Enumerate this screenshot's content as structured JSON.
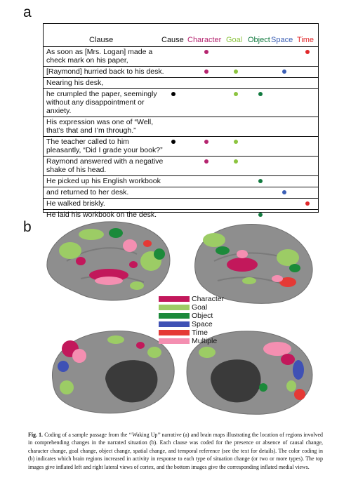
{
  "panel_a_label": "a",
  "panel_b_label": "b",
  "table": {
    "headers": [
      {
        "key": "clause",
        "label": "Clause",
        "color": "#111111"
      },
      {
        "key": "cause",
        "label": "Cause",
        "color": "#111111"
      },
      {
        "key": "character",
        "label": "Character",
        "color": "#b5246f"
      },
      {
        "key": "goal",
        "label": "Goal",
        "color": "#8cc43f"
      },
      {
        "key": "object",
        "label": "Object",
        "color": "#117a3f"
      },
      {
        "key": "space",
        "label": "Space",
        "color": "#3b5fb5"
      },
      {
        "key": "time",
        "label": "Time",
        "color": "#e0282a"
      }
    ],
    "rows": [
      {
        "lines": [
          "As soon as [Mrs. Logan] made a",
          "check mark on his paper,"
        ],
        "marks": [
          "character",
          "time"
        ]
      },
      {
        "lines": [
          "[Raymond] hurried back to his desk."
        ],
        "marks": [
          "character",
          "goal",
          "space"
        ]
      },
      {
        "lines": [
          "Nearing his desk,"
        ],
        "marks": []
      },
      {
        "lines": [
          "he crumpled the paper, seemingly",
          "without any disappointment or",
          "anxiety."
        ],
        "marks": [
          "cause",
          "goal",
          "object"
        ]
      },
      {
        "lines": [
          "His expression was one of “Well,",
          "that’s that and I’m through.”"
        ],
        "marks": []
      },
      {
        "lines": [
          "The teacher called to him",
          "pleasantly, “Did I grade your book?”"
        ],
        "marks": [
          "cause",
          "character",
          "goal"
        ]
      },
      {
        "lines": [
          "Raymond answered with a negative",
          "shake of his head."
        ],
        "marks": [
          "character",
          "goal"
        ]
      },
      {
        "lines": [
          "He picked up his English workbook"
        ],
        "marks": [
          "object"
        ]
      },
      {
        "lines": [
          "and returned to her desk."
        ],
        "marks": [
          "space"
        ]
      },
      {
        "lines": [
          "He walked briskly."
        ],
        "marks": [
          "time"
        ]
      },
      {
        "lines": [
          "He laid his workbook on the desk."
        ],
        "marks": [
          "object"
        ]
      }
    ]
  },
  "legend": [
    {
      "label": "Character",
      "color": "#c2185b"
    },
    {
      "label": "Goal",
      "color": "#9ccc65"
    },
    {
      "label": "Object",
      "color": "#1b8a3a"
    },
    {
      "label": "Space",
      "color": "#3f51b5"
    },
    {
      "label": "Time",
      "color": "#e53935"
    },
    {
      "label": "Multiple",
      "color": "#f48fb1"
    }
  ],
  "caption": {
    "fig_label": "Fig. 1.",
    "text": "Coding of a sample passage from the ‘‘Waking Up’’ narrative (a) and brain maps illustrating the location of regions involved in comprehending changes in the narrated situation (b). Each clause was coded for the presence or absence of causal change, character change, goal change, object change, spatial change, and temporal reference (see the text for details). The color coding in (b) indicates which brain regions increased in activity in response to each type of situation change (or two or more types). The top images give inflated left and right lateral views of cortex, and the bottom images give the corresponding inflated medial views."
  },
  "colors": {
    "cortex": "#8e8e8e",
    "cortex_dark": "#6f6f6f",
    "medial_wall": "#3a3a3a"
  }
}
